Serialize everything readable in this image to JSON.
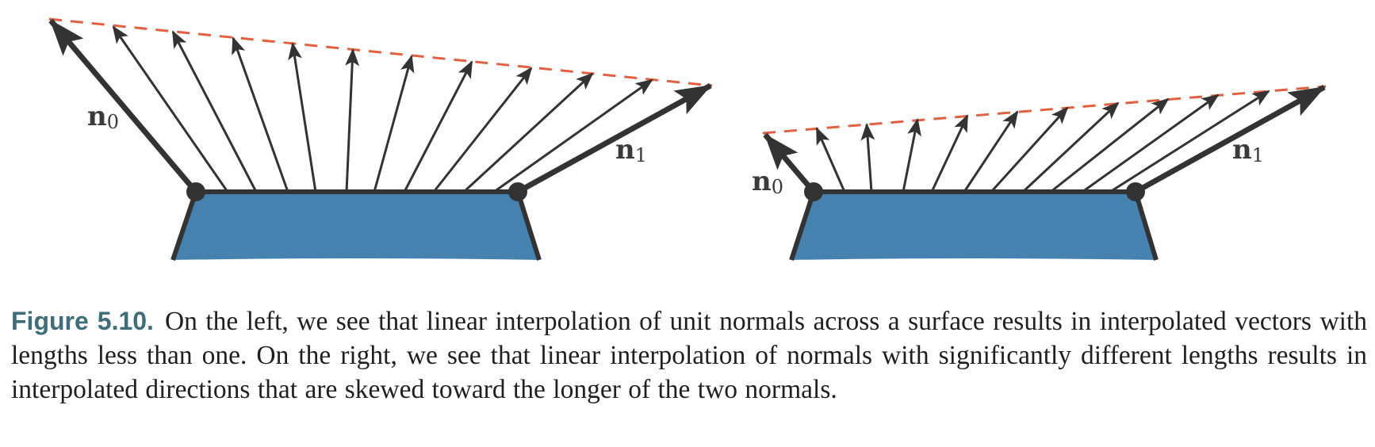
{
  "figure": {
    "left_panel": {
      "label_n0_main": "n",
      "label_n0_sub": "0",
      "label_n1_main": "n",
      "label_n1_sub": "1"
    },
    "right_panel": {
      "label_n0_main": "n",
      "label_n0_sub": "0",
      "label_n1_main": "n",
      "label_n1_sub": "1"
    },
    "colors": {
      "surface_fill": "#4682b0",
      "outline": "#333333",
      "arrow": "#333333",
      "dashed_line": "#e2603f"
    },
    "icons": [
      "normal-arrow",
      "vertex-dot",
      "interpolation-dashed-line"
    ]
  },
  "caption": {
    "label": "Figure 5.10.",
    "text": "On the left, we see that linear interpolation of unit normals across a surface results in interpolated vectors with lengths less than one. On the right, we see that linear interpolation of normals with significantly different lengths results in interpolated directions that are skewed toward the longer of the two normals."
  }
}
